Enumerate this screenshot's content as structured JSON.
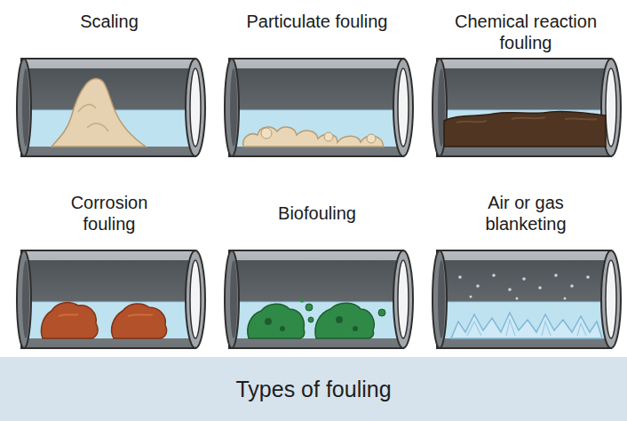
{
  "diagram": {
    "caption": "Types of fouling",
    "labels": [
      "Scaling",
      "Particulate fouling",
      "Chemical reaction fouling",
      "Corrosion fouling",
      "Biofouling",
      "Air or gas blanketing"
    ]
  }
}
